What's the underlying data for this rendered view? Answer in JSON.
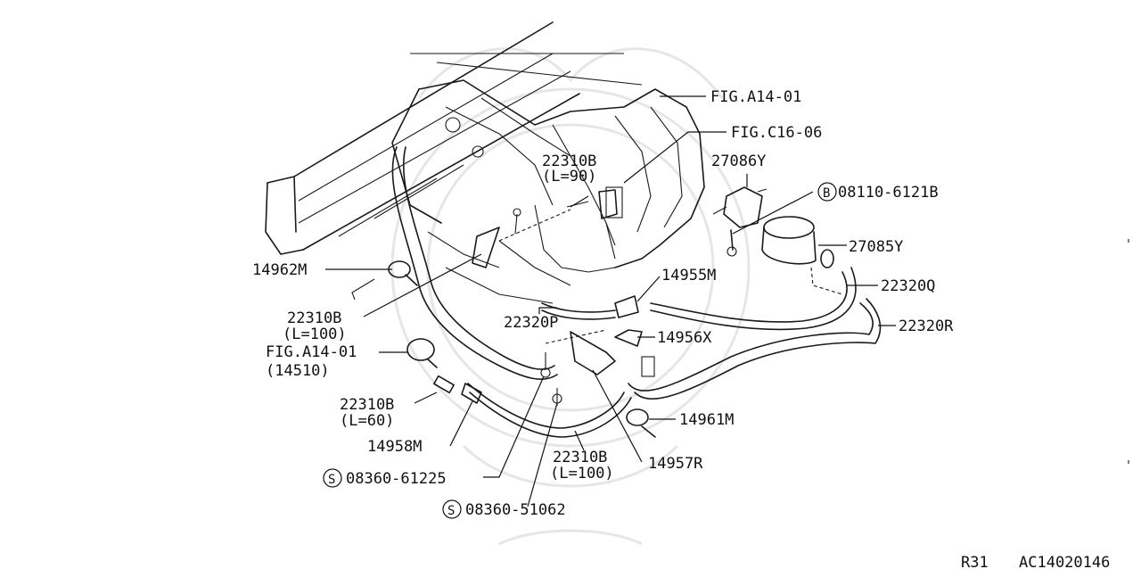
{
  "labels": {
    "fig_a14_01_top": "FIG.A14-01",
    "fig_c16_06": "FIG.C16-06",
    "p22310b_l90": "22310B",
    "l90": "(L=90)",
    "p27086y": "27086Y",
    "p08110_6121b": "08110-6121B",
    "p27085y": "27085Y",
    "p14962m": "14962M",
    "p22320q": "22320Q",
    "p14955m": "14955M",
    "p22310b_l100a": "22310B",
    "l100a": "(L=100)",
    "p22320p": "22320P",
    "p22320r": "22320R",
    "fig_a14_01_left": "FIG.A14-01",
    "p14510": "(14510)",
    "p14956x": "14956X",
    "p22310b_l60": "22310B",
    "l60": "(L=60)",
    "p14961m": "14961M",
    "p14958m": "14958M",
    "p22310b_l100b": "22310B",
    "l100b": "(L=100)",
    "p14957r": "14957R",
    "p08360_61225": "08360-61225",
    "p08360_51062": "08360-51062",
    "symbol_b": "B",
    "symbol_s1": "S",
    "symbol_s2": "S"
  },
  "footer": {
    "model": "R31",
    "code": "AC14020146"
  }
}
